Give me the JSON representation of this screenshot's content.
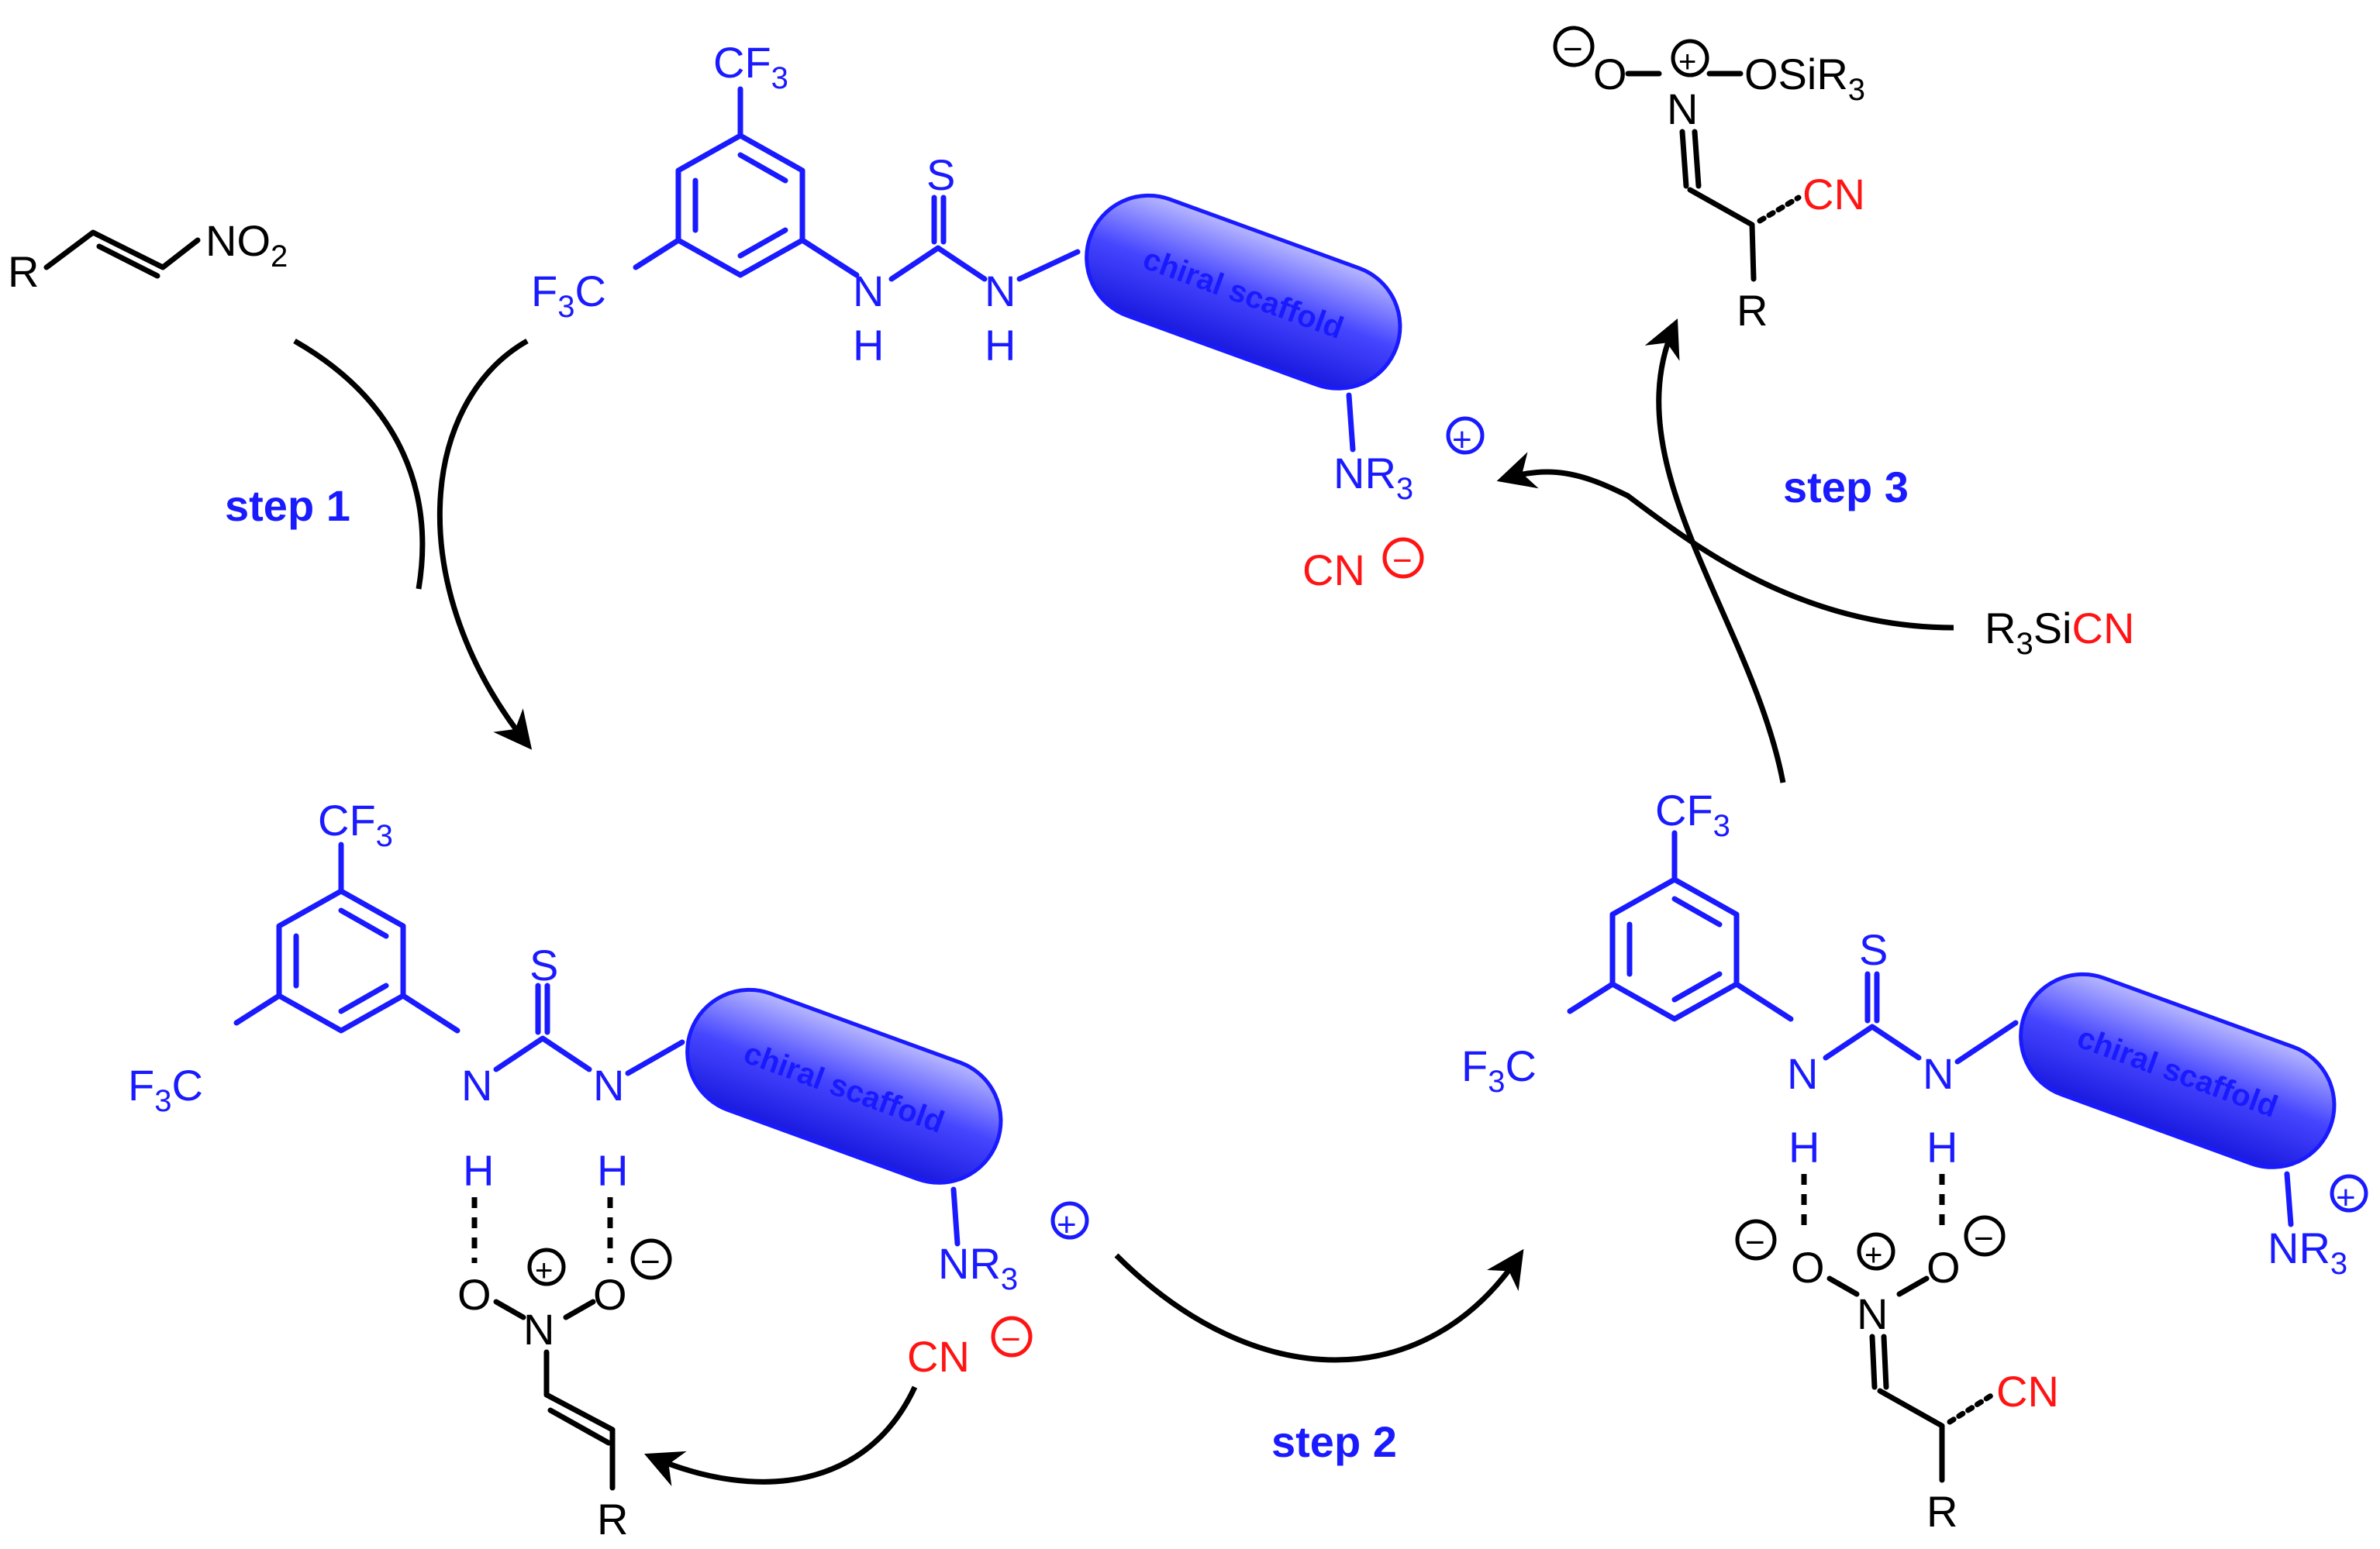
{
  "colors": {
    "catalyst": "#1a1aff",
    "cyanide": "#ff1414",
    "substrate": "#000000"
  },
  "labels": {
    "step1": "step 1",
    "step2": "step 2",
    "step3": "step 3",
    "scaffold": "chiral scaffold",
    "cf3": "CF",
    "f3c_F": "F",
    "f3c_C": "C",
    "sub3": "3",
    "sub2": "2",
    "S": "S",
    "N": "N",
    "H": "H",
    "O": "O",
    "R": "R",
    "NR": "NR",
    "CN": "CN",
    "NO": "NO",
    "OSiR": "OSiR",
    "R3SiCN_R": "R",
    "R3SiCN_Si": "Si",
    "R3SiCN_CN": "CN"
  },
  "charges": {
    "plus": "+",
    "minus": "−"
  }
}
